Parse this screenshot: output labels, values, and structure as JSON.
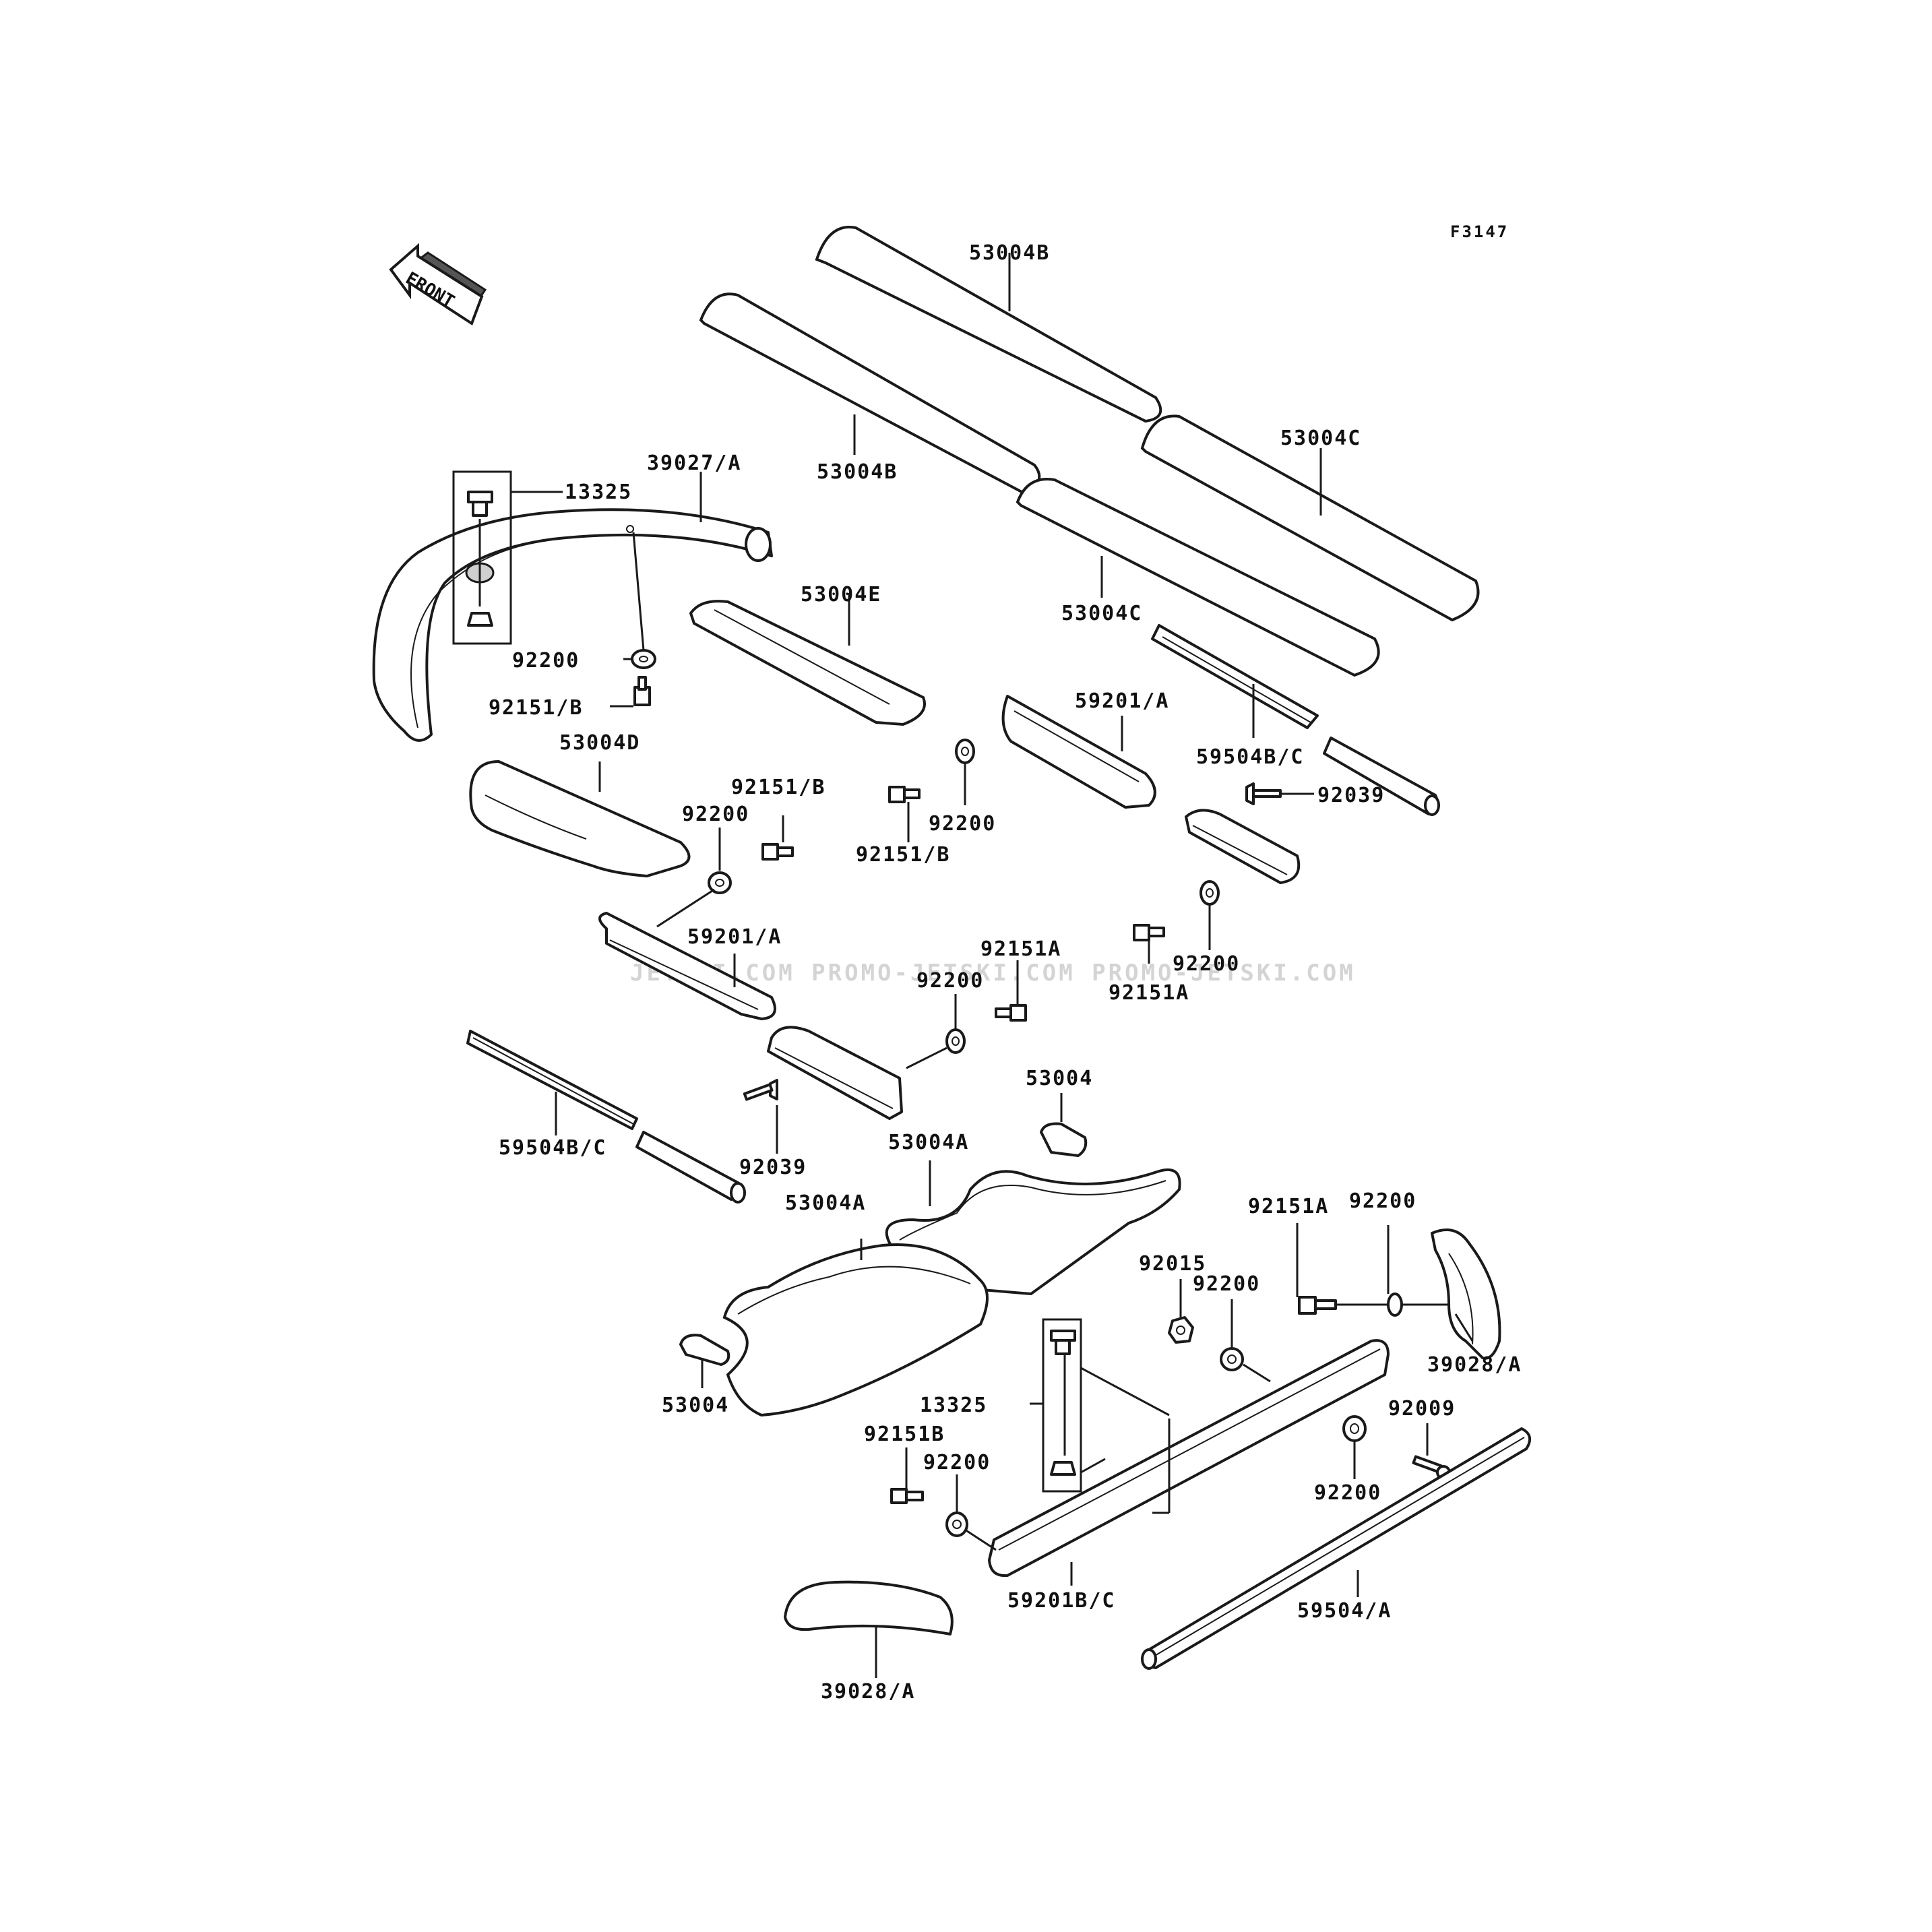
{
  "figure_code": "F3147",
  "front_arrow_label": "FRONT",
  "watermark": "JETSKI.COM   PROMO-JETSKI.COM   PROMO-JETSKI.COM",
  "part_labels": [
    "53004B",
    "53004B",
    "53004C",
    "53004C",
    "39027/A",
    "13325",
    "53004E",
    "92200",
    "92151/B",
    "53004D",
    "59201/A",
    "59504B/C",
    "92039",
    "92151/B",
    "92200",
    "92151/B",
    "92200",
    "59201/A",
    "92151A",
    "92200",
    "92151A",
    "92200",
    "59504B/C",
    "92039",
    "53004",
    "53004A",
    "53004A",
    "92151A",
    "92200",
    "92015",
    "92200",
    "39028/A",
    "53004",
    "13325",
    "92009",
    "92151B",
    "92200",
    "92200",
    "59201B/C",
    "59504/A",
    "39028/A"
  ]
}
